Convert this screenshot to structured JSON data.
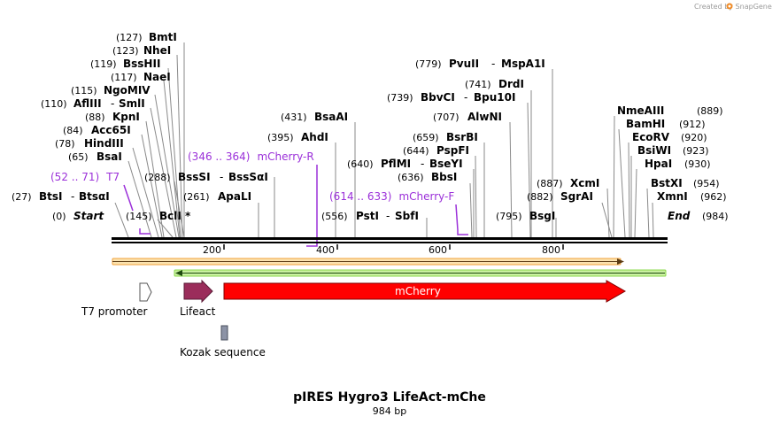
{
  "credit": "Created by SnapGene",
  "title": "pIRES Hygro3 LifeAct-mChe",
  "length_label": "984 bp",
  "ends": {
    "start": {
      "pos": "(0)",
      "label": "Start"
    },
    "end": {
      "pos": "(984)",
      "label": "End"
    }
  },
  "ruler_ticks": [
    "200",
    "400",
    "600",
    "800"
  ],
  "sites": [
    {
      "pos": "(127)",
      "name": "BmtI"
    },
    {
      "pos": "(123)",
      "name": "NheI"
    },
    {
      "pos": "(119)",
      "name": "BssHII"
    },
    {
      "pos": "(117)",
      "name": "NaeI"
    },
    {
      "pos": "(115)",
      "name": "NgoMIV"
    },
    {
      "pos": "(110)",
      "name": "AflIII",
      "name2": "SmlI"
    },
    {
      "pos": "(88)",
      "name": "KpnI"
    },
    {
      "pos": "(84)",
      "name": "Acc65I"
    },
    {
      "pos": "(78)",
      "name": "HindIII"
    },
    {
      "pos": "(65)",
      "name": "BsaI"
    },
    {
      "pos": "(27)",
      "name": "BtsI",
      "name2": "BtsαI"
    },
    {
      "pos": "(145)",
      "name": "BclI *"
    },
    {
      "pos": "(288)",
      "name": "BssSI",
      "name2": "BssSαI"
    },
    {
      "pos": "(261)",
      "name": "ApaLI"
    },
    {
      "pos": "(431)",
      "name": "BsaAI"
    },
    {
      "pos": "(395)",
      "name": "AhdI"
    },
    {
      "pos": "(779)",
      "name": "PvuII",
      "name2": "MspA1I"
    },
    {
      "pos": "(741)",
      "name": "DrdI"
    },
    {
      "pos": "(739)",
      "name": "BbvCI",
      "name2": "Bpu10I"
    },
    {
      "pos": "(707)",
      "name": "AlwNI"
    },
    {
      "pos": "(659)",
      "name": "BsrBI"
    },
    {
      "pos": "(644)",
      "name": "PspFI"
    },
    {
      "pos": "(640)",
      "name": "PflMI",
      "name2": "BseYI"
    },
    {
      "pos": "(636)",
      "name": "BbsI"
    },
    {
      "pos": "(556)",
      "name": "PstI",
      "name2": "SbfI"
    },
    {
      "pos": "(795)",
      "name": "BsgI"
    },
    {
      "pos": "(887)",
      "name": "XcmI"
    },
    {
      "pos": "(882)",
      "name": "SgrAI"
    },
    {
      "pos": "(889)",
      "name": "NmeAIII"
    },
    {
      "pos": "(912)",
      "name": "BamHI"
    },
    {
      "pos": "(920)",
      "name": "EcoRV"
    },
    {
      "pos": "(923)",
      "name": "BsiWI"
    },
    {
      "pos": "(930)",
      "name": "HpaI"
    },
    {
      "pos": "(954)",
      "name": "BstXI"
    },
    {
      "pos": "(962)",
      "name": "XmnI"
    }
  ],
  "primers": [
    {
      "range": "(52 .. 71)",
      "name": "T7"
    },
    {
      "range": "(346 .. 364)",
      "name": "mCherry-R"
    },
    {
      "range": "(614 .. 633)",
      "name": "mCherry-F"
    }
  ],
  "features": {
    "t7_promoter": "T7 promoter",
    "lifeact": "Lifeact",
    "mcherry": "mCherry",
    "kozak": "Kozak sequence"
  },
  "colors": {
    "backbone": "#000000",
    "orf_forward": "#f2a23a",
    "orf_forward_fill": "#fbe3b0",
    "orf_reverse": "#8bd84c",
    "lifeact": "#9b2d5b",
    "mcherry": "#ff0000",
    "kozak": "#8c93a6",
    "primer": "#9b30d9",
    "site_line": "#8a8a8a"
  }
}
